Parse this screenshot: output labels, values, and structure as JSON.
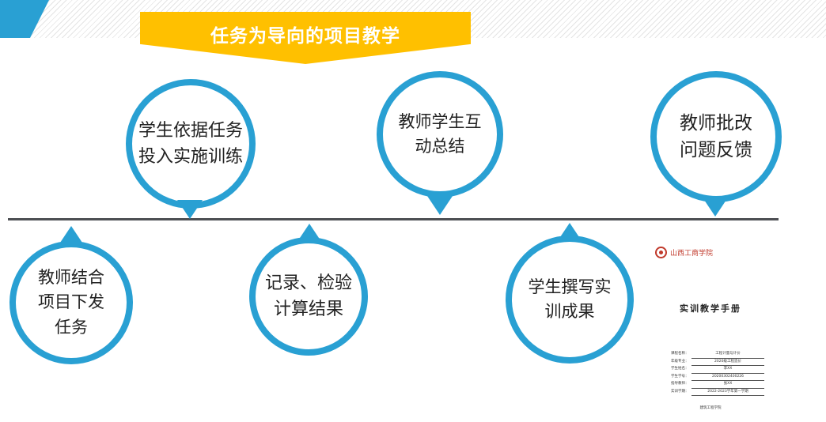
{
  "header": {
    "title": "任务为导向的项目教学",
    "accent_color": "#29a0d3",
    "banner_color": "#ffc000"
  },
  "steps_above": [
    {
      "text": "学生依据任务投入实施训练"
    },
    {
      "text": "教师学生互动总结"
    },
    {
      "text": "教师批改问题反馈"
    }
  ],
  "steps_below": [
    {
      "text": "教师结合项目下发任务"
    },
    {
      "text": "记录、检验计算结果"
    },
    {
      "text": "学生撰写实训成果"
    }
  ],
  "manual": {
    "school_name": "山西工商学院",
    "title": "实训教学手册",
    "fields": [
      {
        "label": "课程名称：",
        "value": "工程计量与计价"
      },
      {
        "label": "年级专业：",
        "value": "2020级工程造价"
      },
      {
        "label": "学生姓名：",
        "value": "李XX"
      },
      {
        "label": "学生学号：",
        "value": "20200302400226"
      },
      {
        "label": "指导教师：",
        "value": "张XX"
      },
      {
        "label": "实训学期：",
        "value": "2022-2023学年第一学期"
      }
    ],
    "department": "建筑工程学院"
  }
}
